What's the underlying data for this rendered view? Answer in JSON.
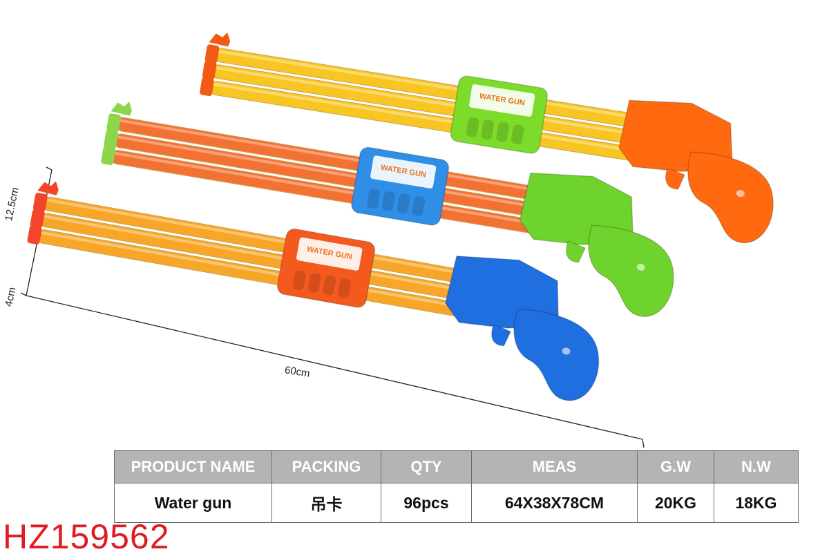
{
  "product_image": {
    "guns": [
      {
        "name": "orange-handle-gun",
        "grip_color": "#ff6a10",
        "tube_color": "#f7c417",
        "cap_color": "#f25a14",
        "label_color": "#7ddb2a",
        "label_text": "WATER GUN"
      },
      {
        "name": "green-handle-gun",
        "grip_color": "#6ed32c",
        "tube_color": "#f46a2a",
        "cap_color": "#8bd64a",
        "label_color": "#2f8ee6",
        "label_text": "WATER GUN"
      },
      {
        "name": "blue-handle-gun",
        "grip_color": "#1f6fe0",
        "tube_color": "#f7a21c",
        "cap_color": "#f2452a",
        "label_color": "#f45a1e",
        "label_text": "WATER GUN"
      }
    ]
  },
  "dimensions": {
    "length": "60cm",
    "height": "12.5cm",
    "depth": "4cm"
  },
  "spec_table": {
    "headers": [
      "PRODUCT NAME",
      "PACKING",
      "QTY",
      "MEAS",
      "G.W",
      "N.W"
    ],
    "row": [
      "Water gun",
      "吊卡",
      "96pcs",
      "64X38X78CM",
      "20KG",
      "18KG"
    ]
  },
  "item_code": "HZ159562",
  "colors": {
    "header_bg": "#b4b4b4",
    "code_red": "#e01b22"
  }
}
